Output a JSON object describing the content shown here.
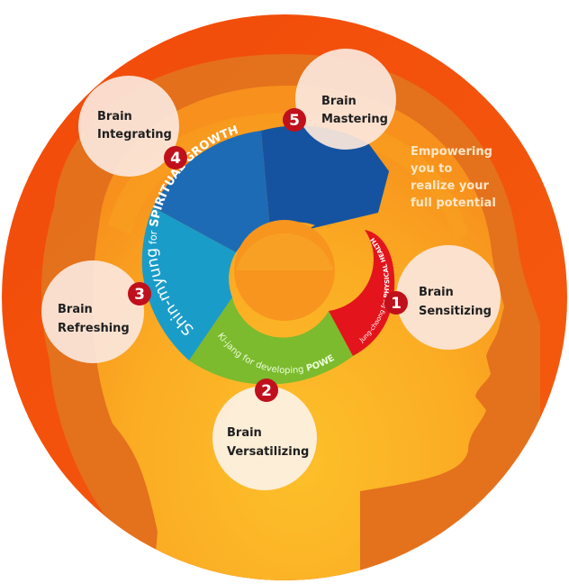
{
  "diagram": {
    "title": "Brain development cycle",
    "tagline": [
      "Empowering",
      "you to",
      "realize your",
      "full potential"
    ],
    "stages": [
      {
        "number": "1",
        "line1": "Brain",
        "line2": "Sensitizing"
      },
      {
        "number": "2",
        "line1": "Brain",
        "line2": "Versatilizing"
      },
      {
        "number": "3",
        "line1": "Brain",
        "line2": "Refreshing"
      },
      {
        "number": "4",
        "line1": "Brain",
        "line2": "Integrating"
      },
      {
        "number": "5",
        "line1": "Brain",
        "line2": "Mastering"
      }
    ],
    "ring_segments": [
      {
        "name": "jung-choong",
        "prefix": "Jung-choong for ",
        "emphasis": "PHYSICAL HEALTH",
        "color": "#e3141b"
      },
      {
        "name": "ki-jang",
        "prefix": "Ki-jang for developing ",
        "emphasis": "POWER",
        "color": "#7cba2e"
      },
      {
        "name": "shin-myung",
        "prefix": "Shin-myung",
        "mid": " for ",
        "emphasis": "SPIRITUAL GROWTH",
        "color": "#1c6fb8"
      }
    ],
    "colors": {
      "outer_ring": "#f0500c",
      "head_fill": "#fbb425",
      "head_shadow": "#e0731d",
      "node_fill": "#fbe6dc",
      "badge_fill": "#c0101c",
      "teal": "#1a9cc8",
      "blue_mid": "#1d6bb4",
      "blue_dark": "#1553a0"
    }
  }
}
